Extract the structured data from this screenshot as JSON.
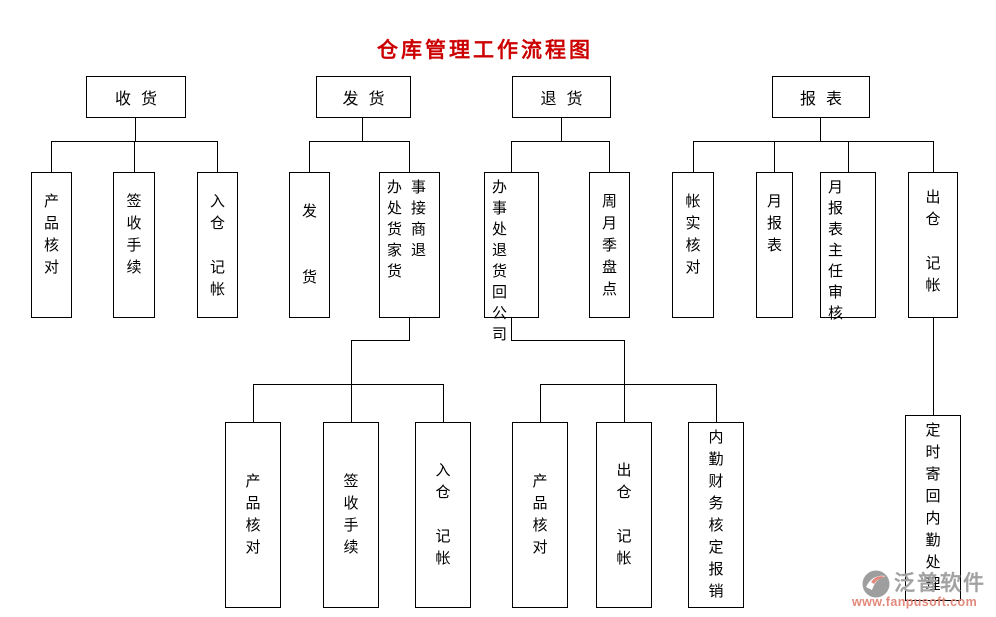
{
  "title": "仓库管理工作流程图",
  "colors": {
    "title_red": "#cc0000",
    "line_black": "#000000",
    "box_background": "#ffffff",
    "watermark_gray": "#a2a2a2",
    "watermark_red": "#e2897d"
  },
  "flowchart": {
    "shouhuo": {
      "label": "收货",
      "children": {
        "chanpin_hedui": "产\n品\n核\n对",
        "qianshou_shouxu": "签\n收\n手\n续",
        "rucang_jizhang": "入\n仓\n\n记\n帐"
      }
    },
    "fahuo": {
      "label": "发货",
      "children": {
        "fa_huo": "发\n\n\n货",
        "banshichu_jie_tuihuo": "办事\n处接\n货商\n家退\n货"
      },
      "grandchildren": {
        "chanpin_hedui": "产\n品\n核\n对",
        "qianshou_shouxu": "签\n收\n手\n续",
        "rucang_jizhang": "入\n仓\n\n记\n帐"
      }
    },
    "tuihuo": {
      "label": "退货",
      "children": {
        "banshichu_tuihuo_huigongsi": "办事\n处退\n货回\n公司",
        "zhouyueji_pandian": "周\n月\n季\n盘\n点"
      },
      "grandchildren": {
        "chanpin_hedui": "产\n品\n核\n对",
        "chucang_jizhang": "出\n仓\n\n记\n帐",
        "neiqin_caiwu_baoxiao": "内\n勤\n财\n务\n核\n定\n报\n销"
      }
    },
    "baobiao": {
      "label": "报表",
      "children": {
        "zhangshi_hedui": "帐\n实\n核\n对",
        "yue_baobiao": "月\n报\n表",
        "zhuren_shenhe": "月报\n表主\n任审\n核",
        "chucang_jizhang": "出\n仓\n\n记\n帐"
      },
      "grandchildren": {
        "dingshi_jihui_neiqin": "定\n时\n寄\n回\n内\n勤\n处\n理"
      }
    }
  },
  "watermark": {
    "brand": "泛普软件",
    "url": "www.fanpusoft.com"
  }
}
